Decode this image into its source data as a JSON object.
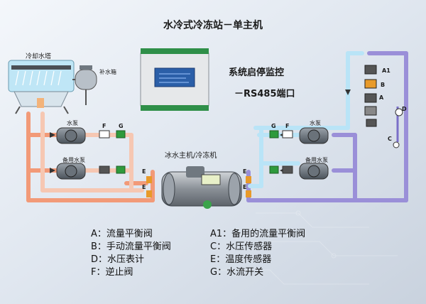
{
  "title": "水冷式冷冻站－单主机",
  "cooling_tower_label": "冷却水塔",
  "makeup_tank_label": "补水箱",
  "controller_label": "系统启停监控",
  "rs485_label": "－RS485端口",
  "chiller_label": "冰水主机/冷冻机",
  "pump_label": "水泵",
  "standby_pump_label": "备用水泵",
  "tags": {
    "a": "A",
    "a1": "A1",
    "b": "B",
    "c": "C",
    "d": "D",
    "e": "E",
    "f": "F",
    "g": "G"
  },
  "legend": {
    "a": "A：流量平衡阀",
    "b": "B：手动流量平衡阀",
    "d": "D：水压表计",
    "f": "F：逆止阀",
    "a1": "A1：备用的流量平衡阀",
    "c": "C：水压传感器",
    "e": "E：温度传感器",
    "g": "G：水流开关"
  },
  "colors": {
    "hot_pipe": "#f29a78",
    "cold_pipe": "#9a8fd8",
    "supply_pipe": "#b9e4f7",
    "valve_green": "#2e9a3c",
    "tag_orange": "#e89a2a"
  }
}
